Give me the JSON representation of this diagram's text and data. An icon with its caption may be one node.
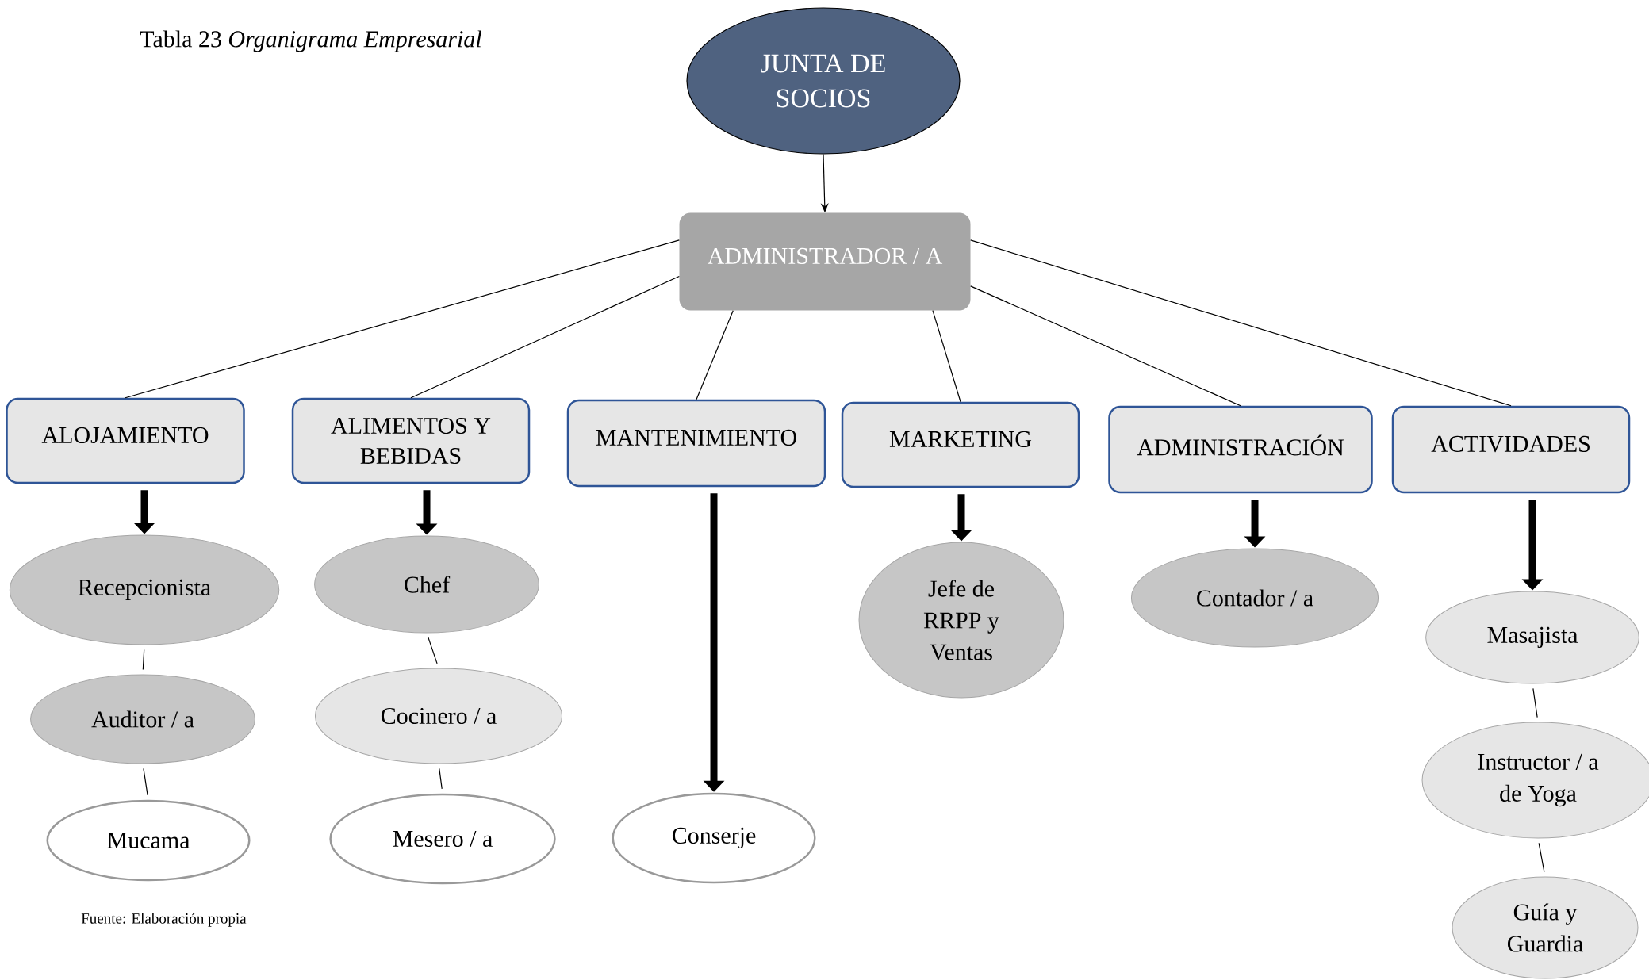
{
  "diagram": {
    "title": "Tabla 23 *Organigrama Empresarial*",
    "caption": "Fuente: Elaboración propia",
    "nodes": [
      {
        "text": [
          "JUNTA DE SOCIOS"
        ]
      },
      {
        "text": [
          "ADMINISTRADOR / A"
        ]
      },
      {
        "text": [
          "ALOJAMIENTO"
        ]
      },
      {
        "text": [
          "ALIMENTOS Y BEBIDAS"
        ]
      },
      {
        "text": [
          "MANTENIMIENTO"
        ]
      },
      {
        "text": [
          "MARKETING"
        ]
      },
      {
        "text": [
          "ADMINISTRACIÓN"
        ]
      },
      {
        "text": [
          "ACTIVIDADES"
        ]
      },
      {
        "text": [
          "Recepcionista"
        ]
      },
      {
        "text": [
          "Auditor / a"
        ]
      },
      {
        "text": [
          "Mucama"
        ]
      },
      {
        "text": [
          "Chef"
        ]
      },
      {
        "text": [
          "Cocinero / a"
        ]
      },
      {
        "text": [
          "Mesero / a"
        ]
      },
      {
        "text": [
          "Conserje"
        ]
      },
      {
        "text": [
          "Jefe de RRPP y Ventas"
        ]
      },
      {
        "text": [
          "Contador / a"
        ]
      },
      {
        "text": [
          "Masajista"
        ]
      },
      {
        "text": [
          "Instructor / a de Yoga"
        ]
      },
      {
        "text": [
          "Guía y Guardia"
        ]
      }
    ],
    "edges": [
      {
        "from": 0,
        "to": 1,
        "arrow": "to"
      },
      {
        "from": 1,
        "to": 2,
        "arrow": "none"
      },
      {
        "from": 1,
        "to": 3,
        "arrow": "none"
      },
      {
        "from": 1,
        "to": 4,
        "arrow": "none"
      },
      {
        "from": 1,
        "to": 5,
        "arrow": "none"
      },
      {
        "from": 1,
        "to": 6,
        "arrow": "none"
      },
      {
        "from": 1,
        "to": 7,
        "arrow": "none"
      },
      {
        "from": 2,
        "to": 8,
        "arrow": "to",
        "style": "thick"
      },
      {
        "from": 3,
        "to": 11,
        "arrow": "to",
        "style": "thick"
      },
      {
        "from": 4,
        "to": 14,
        "arrow": "to",
        "style": "thick"
      },
      {
        "from": 5,
        "to": 15,
        "arrow": "to",
        "style": "thick"
      },
      {
        "from": 6,
        "to": 16,
        "arrow": "to",
        "style": "thick"
      },
      {
        "from": 7,
        "to": 17,
        "arrow": "to",
        "style": "thick"
      },
      {
        "from": 8,
        "to": 9,
        "arrow": "none"
      },
      {
        "from": 9,
        "to": 10,
        "arrow": "none"
      },
      {
        "from": 11,
        "to": 12,
        "arrow": "none"
      },
      {
        "from": 12,
        "to": 13,
        "arrow": "none"
      },
      {
        "from": 17,
        "to": 18,
        "arrow": "none"
      },
      {
        "from": 18,
        "to": 19,
        "arrow": "none"
      }
    ]
  }
}
